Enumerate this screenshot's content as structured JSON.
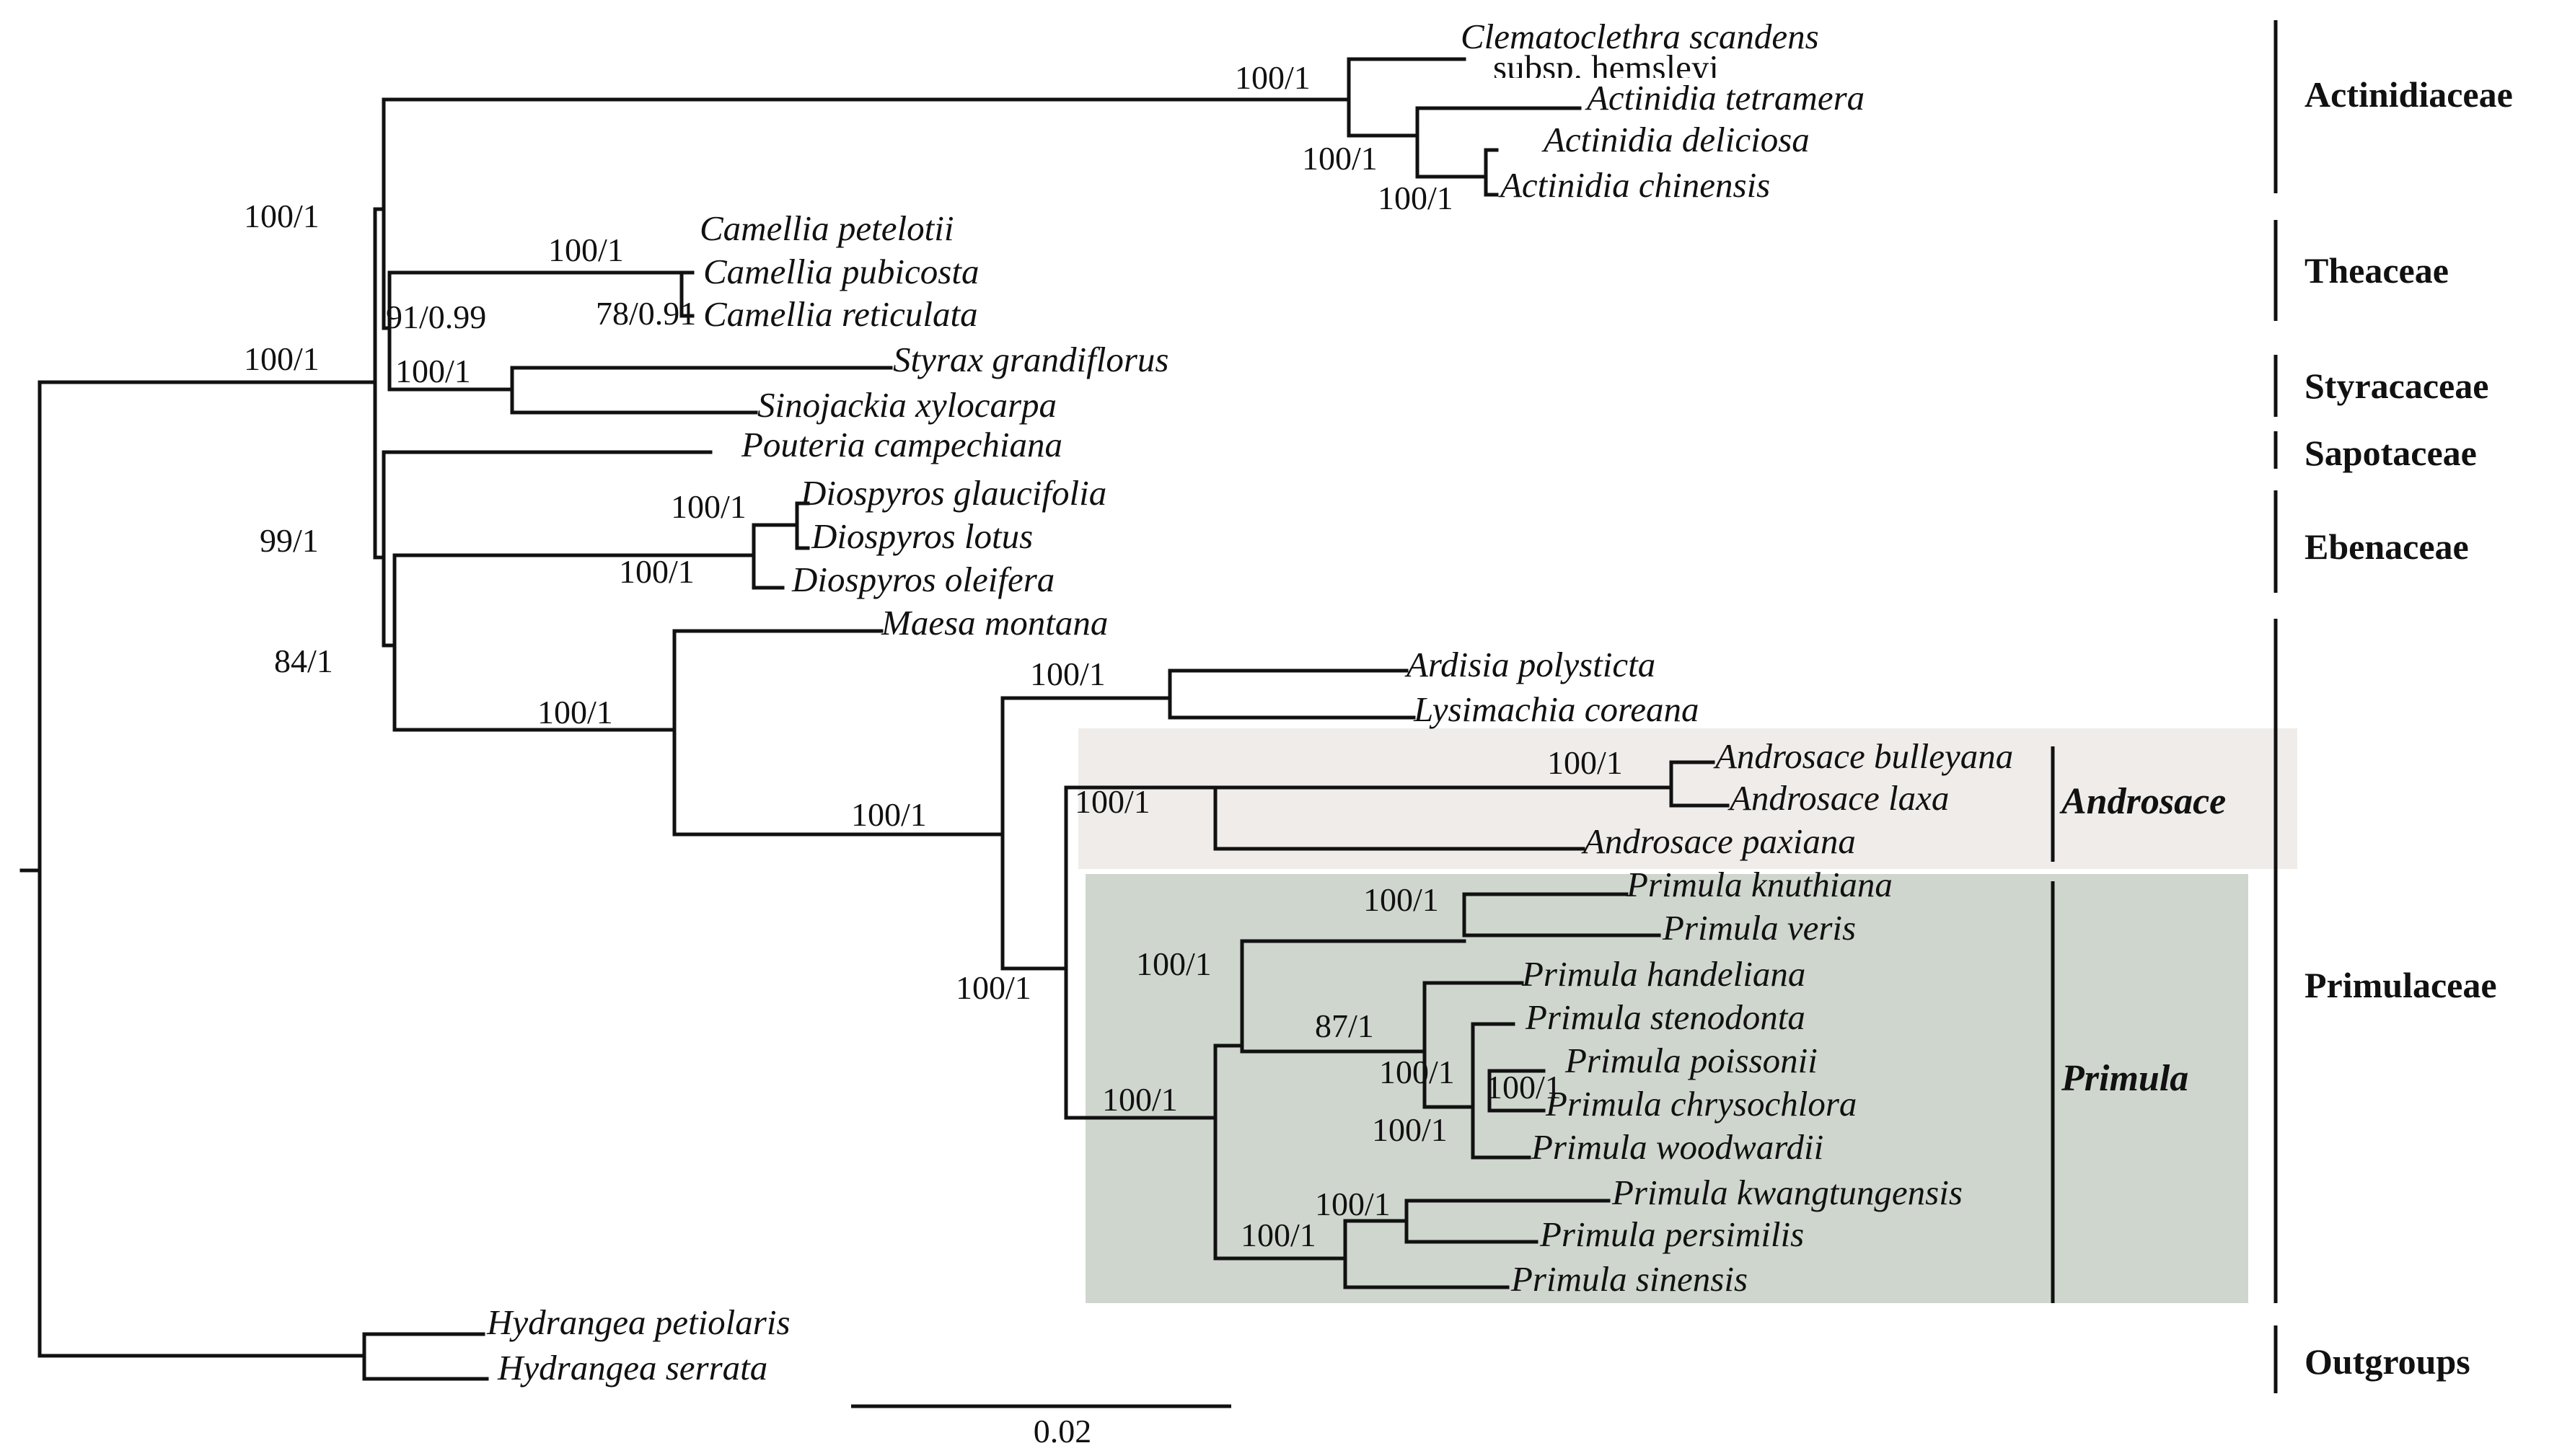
{
  "taxa": [
    "Clematoclethra scandens",
    "subsp. hemsleyi",
    "Actinidia tetramera",
    "Actinidia deliciosa",
    "Actinidia chinensis",
    "Camellia petelotii",
    "Camellia pubicosta",
    "Camellia reticulata",
    "Styrax grandiflorus",
    "Sinojackia xylocarpa",
    "Pouteria campechiana",
    "Diospyros glaucifolia",
    "Diospyros lotus",
    "Diospyros oleifera",
    "Maesa montana",
    "Ardisia polysticta",
    "Lysimachia coreana",
    "Androsace bulleyana",
    "Androsace laxa",
    "Androsace paxiana",
    "Primula knuthiana",
    "Primula veris",
    "Primula handeliana",
    "Primula stenodonta",
    "Primula poissonii",
    "Primula chrysochlora",
    "Primula woodwardii",
    "Primula kwangtungensis",
    "Primula persimilis",
    "Primula sinensis",
    "Hydrangea petiolaris",
    "Hydrangea serrata"
  ],
  "support_values": [
    "100/1",
    "100/1",
    "100/1",
    "100/1",
    "100/1",
    "91/0.99",
    "100/1",
    "78/0.91",
    "100/1",
    "99/1",
    "100/1",
    "100/1",
    "84/1",
    "100/1",
    "100/1",
    "100/1",
    "100/1",
    "100/1",
    "100/1",
    "100/1",
    "100/1",
    "100/1",
    "87/1",
    "100/1",
    "100/1",
    "100/1",
    "100/1",
    "100/1",
    "100/1"
  ],
  "families": [
    "Actinidiaceae",
    "Theaceae",
    "Styracaceae",
    "Sapotaceae",
    "Ebenaceae",
    "Primulaceae",
    "Outgroups"
  ],
  "genera": [
    "Androsace",
    "Primula"
  ],
  "scale_bar": "0.02",
  "colors": {
    "androsace_box": "#efecea",
    "primula_box": "#cfd6ce",
    "line": "#111111"
  }
}
